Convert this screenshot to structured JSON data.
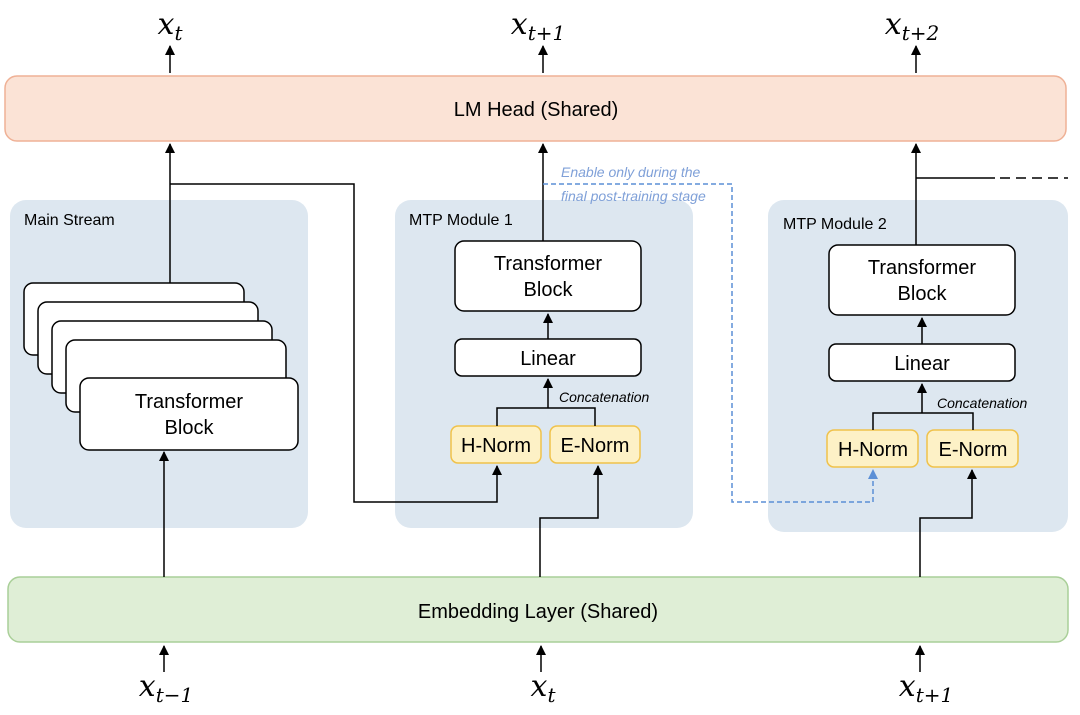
{
  "colors": {
    "lm_head_fill": "#fbe3d6",
    "lm_head_stroke": "#efb196",
    "embedding_fill": "#dfeed6",
    "embedding_stroke": "#a9cf98",
    "panel_fill": "#dde7f0",
    "norm_fill": "#fdf1c6",
    "norm_stroke": "#f0c24a",
    "dashed_blue": "#5b8fd6",
    "annotation_text": "#7fa0d8",
    "line": "#000000"
  },
  "lm_head": {
    "label": "LM Head (Shared)"
  },
  "embedding": {
    "label": "Embedding Layer (Shared)"
  },
  "outputs": [
    {
      "base": "x",
      "sub": "t"
    },
    {
      "base": "x",
      "sub": "t+1"
    },
    {
      "base": "x",
      "sub": "t+2"
    }
  ],
  "inputs": [
    {
      "base": "x",
      "sub": "t−1"
    },
    {
      "base": "x",
      "sub": "t"
    },
    {
      "base": "x",
      "sub": "t+1"
    }
  ],
  "main_stream": {
    "title": "Main Stream",
    "block_line1": "Transformer",
    "block_line2": "Block"
  },
  "mtp_modules": [
    {
      "title": "MTP Module 1",
      "block_line1": "Transformer",
      "block_line2": "Block",
      "linear": "Linear",
      "concat": "Concatenation",
      "h_norm": "H-Norm",
      "e_norm": "E-Norm"
    },
    {
      "title": "MTP Module 2",
      "block_line1": "Transformer",
      "block_line2": "Block",
      "linear": "Linear",
      "concat": "Concatenation",
      "h_norm": "H-Norm",
      "e_norm": "E-Norm"
    }
  ],
  "annotation": {
    "line1": "Enable only during the",
    "line2": "final post-training stage"
  }
}
